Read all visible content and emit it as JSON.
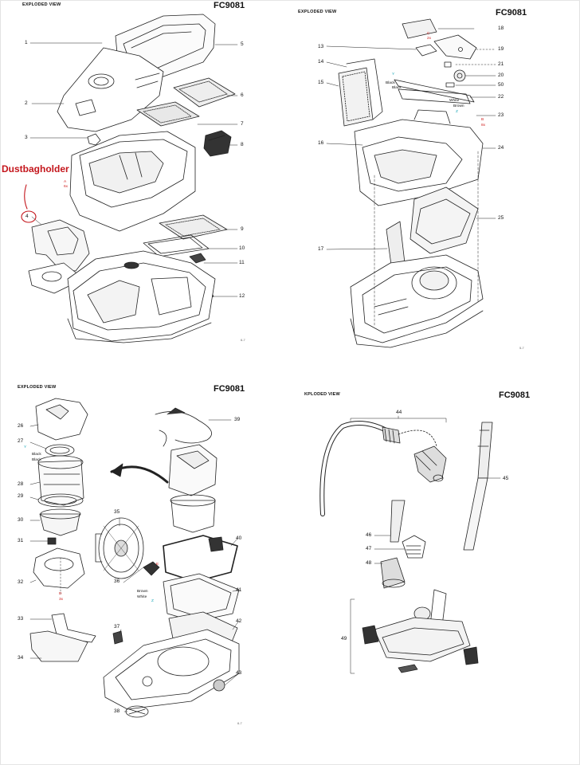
{
  "panels": [
    {
      "header": "EXPLODED VIEW",
      "model": "FC9081",
      "callout": "Dustbagholder",
      "parts": [
        "1",
        "2",
        "3",
        "4",
        "5",
        "6",
        "7",
        "8",
        "9",
        "10",
        "11",
        "12"
      ],
      "screw_labels": [
        {
          "code": "A",
          "qty": "6x"
        }
      ],
      "page": "6-7"
    },
    {
      "header": "EXPLODED VIEW",
      "model": "FC9081",
      "parts": [
        "13",
        "14",
        "15",
        "16",
        "17",
        "18",
        "19",
        "20",
        "21",
        "22",
        "23",
        "24",
        "25",
        "50"
      ],
      "screw_labels": [
        {
          "code": "C",
          "qty": "2x"
        },
        {
          "code": "B",
          "qty": "8x"
        }
      ],
      "wire_labels": [
        "Y",
        "Black",
        "Black",
        "White",
        "Brown",
        "Z"
      ],
      "page": "5-7"
    },
    {
      "header": "EXPLODED VIEW",
      "model": "FC9081",
      "parts": [
        "26",
        "27",
        "28",
        "29",
        "30",
        "31",
        "32",
        "33",
        "34",
        "35",
        "36",
        "37",
        "38",
        "39",
        "40",
        "41",
        "42",
        "43"
      ],
      "screw_labels": [
        {
          "code": "D",
          "qty": "3x"
        },
        {
          "code": "E",
          "qty": ""
        }
      ],
      "wire_labels": [
        "Y",
        "Black",
        "Black",
        "Brown",
        "White",
        "Z"
      ],
      "page": "6-7"
    },
    {
      "header": "KPLODED VIEW",
      "model": "FC9081",
      "parts": [
        "44",
        "45",
        "46",
        "47",
        "48",
        "49"
      ]
    }
  ],
  "colors": {
    "callout": "#c4161c",
    "screw_code": "#d0201f",
    "wire_marker": "#1aa7b8",
    "line": "#222222"
  }
}
